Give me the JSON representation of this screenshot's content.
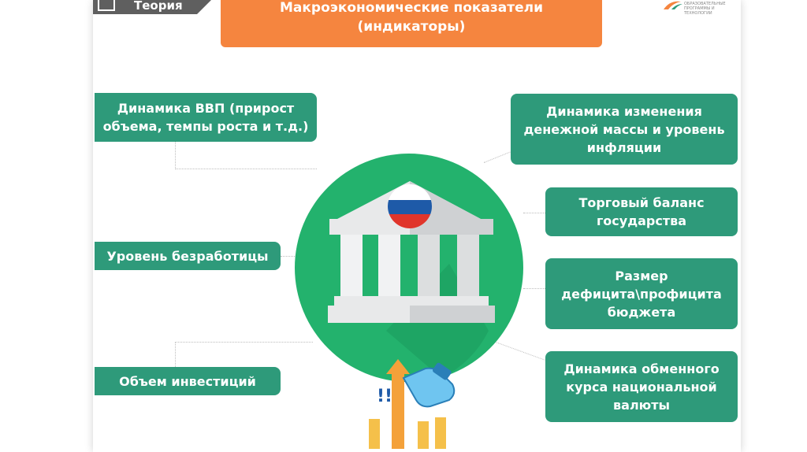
{
  "header": {
    "tab_label": "Теория",
    "title_line1": "Макроэкономические показатели",
    "title_line2": "(индикаторы)"
  },
  "logo": {
    "text": "ОБРАЗОВАТЕЛЬНЫЕ ПРОГРАММЫ И ТЕХНОЛОГИИ"
  },
  "indicators": {
    "gdp_line1": "Динамика ВВП (прирост",
    "gdp_line2": "объема, темпы роста и т.д.)",
    "unemployment": "Уровень безработицы",
    "investment": "Объем инвестиций",
    "money_line1": "Динамика изменения",
    "money_line2": "денежной массы и уровень",
    "money_line3": "инфляции",
    "trade_line1": "Торговый баланс",
    "trade_line2": "государства",
    "budget_line1": "Размер",
    "budget_line2": "дефицита\\профицита",
    "budget_line3": "бюджета",
    "fx_line1": "Динамика обменного",
    "fx_line2": "курса национальной",
    "fx_line3": "валюты"
  },
  "colors": {
    "banner": "#f5853f",
    "box": "#2e9a7a",
    "circle": "#23b26d"
  }
}
